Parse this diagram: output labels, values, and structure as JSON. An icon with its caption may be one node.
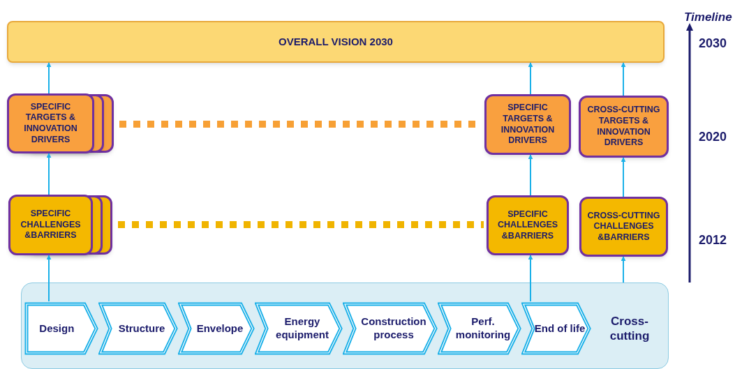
{
  "diagram": {
    "nodes": [
      {
        "text": [
          "OVERALL VISION 2030"
        ]
      },
      {
        "text": [
          "SPECIFIC TARGETS & INNOVATION DRIVERS"
        ]
      },
      {
        "text": [
          "SPECIFIC TARGETS & INNOVATION DRIVERS"
        ]
      },
      {
        "text": [
          "CROSS-CUTTING TARGETS & INNOVATION DRIVERS"
        ]
      },
      {
        "text": [
          "SPECIFIC CHALLENGES &BARRIERS"
        ]
      },
      {
        "text": [
          "SPECIFIC CHALLENGES &BARRIERS"
        ]
      },
      {
        "text": [
          "CROSS-CUTTING CHALLENGES &BARRIERS"
        ]
      },
      {
        "text": [],
        "shape": "box"
      },
      {
        "text": [
          "Design"
        ],
        "in": 7
      },
      {
        "text": [
          "Structure"
        ],
        "in": 7
      },
      {
        "text": [
          "Envelope"
        ],
        "in": 7
      },
      {
        "text": [
          "Energy equipment"
        ],
        "in": 7
      },
      {
        "text": [
          "Construction process"
        ],
        "in": 7
      },
      {
        "text": [
          "Perf. monitoring"
        ],
        "in": 7
      },
      {
        "text": [
          "End of life"
        ],
        "in": 7
      },
      {
        "text": [
          "Cross-cutting"
        ],
        "in": 7
      }
    ],
    "edges": [
      {
        "from": 1,
        "to": 0,
        "arrow": "to"
      },
      {
        "from": 2,
        "to": 0,
        "arrow": "to"
      },
      {
        "from": 3,
        "to": 0,
        "arrow": "to"
      },
      {
        "from": 4,
        "to": 1,
        "arrow": "to"
      },
      {
        "from": 5,
        "to": 2,
        "arrow": "to"
      },
      {
        "from": 6,
        "to": 3,
        "arrow": "to"
      },
      {
        "from": 8,
        "to": 4,
        "arrow": "to"
      },
      {
        "from": 14,
        "to": 5,
        "arrow": "to"
      },
      {
        "from": 7,
        "to": 6,
        "arrow": "to"
      },
      {
        "from": 1,
        "to": 2,
        "arrow": "none",
        "style": "dashed",
        "color": "#f7a035"
      },
      {
        "from": 4,
        "to": 5,
        "arrow": "none",
        "style": "dashed",
        "color": "#f0b400"
      }
    ],
    "labels": [
      "Timeline",
      "2030",
      "2020",
      "2012"
    ]
  }
}
